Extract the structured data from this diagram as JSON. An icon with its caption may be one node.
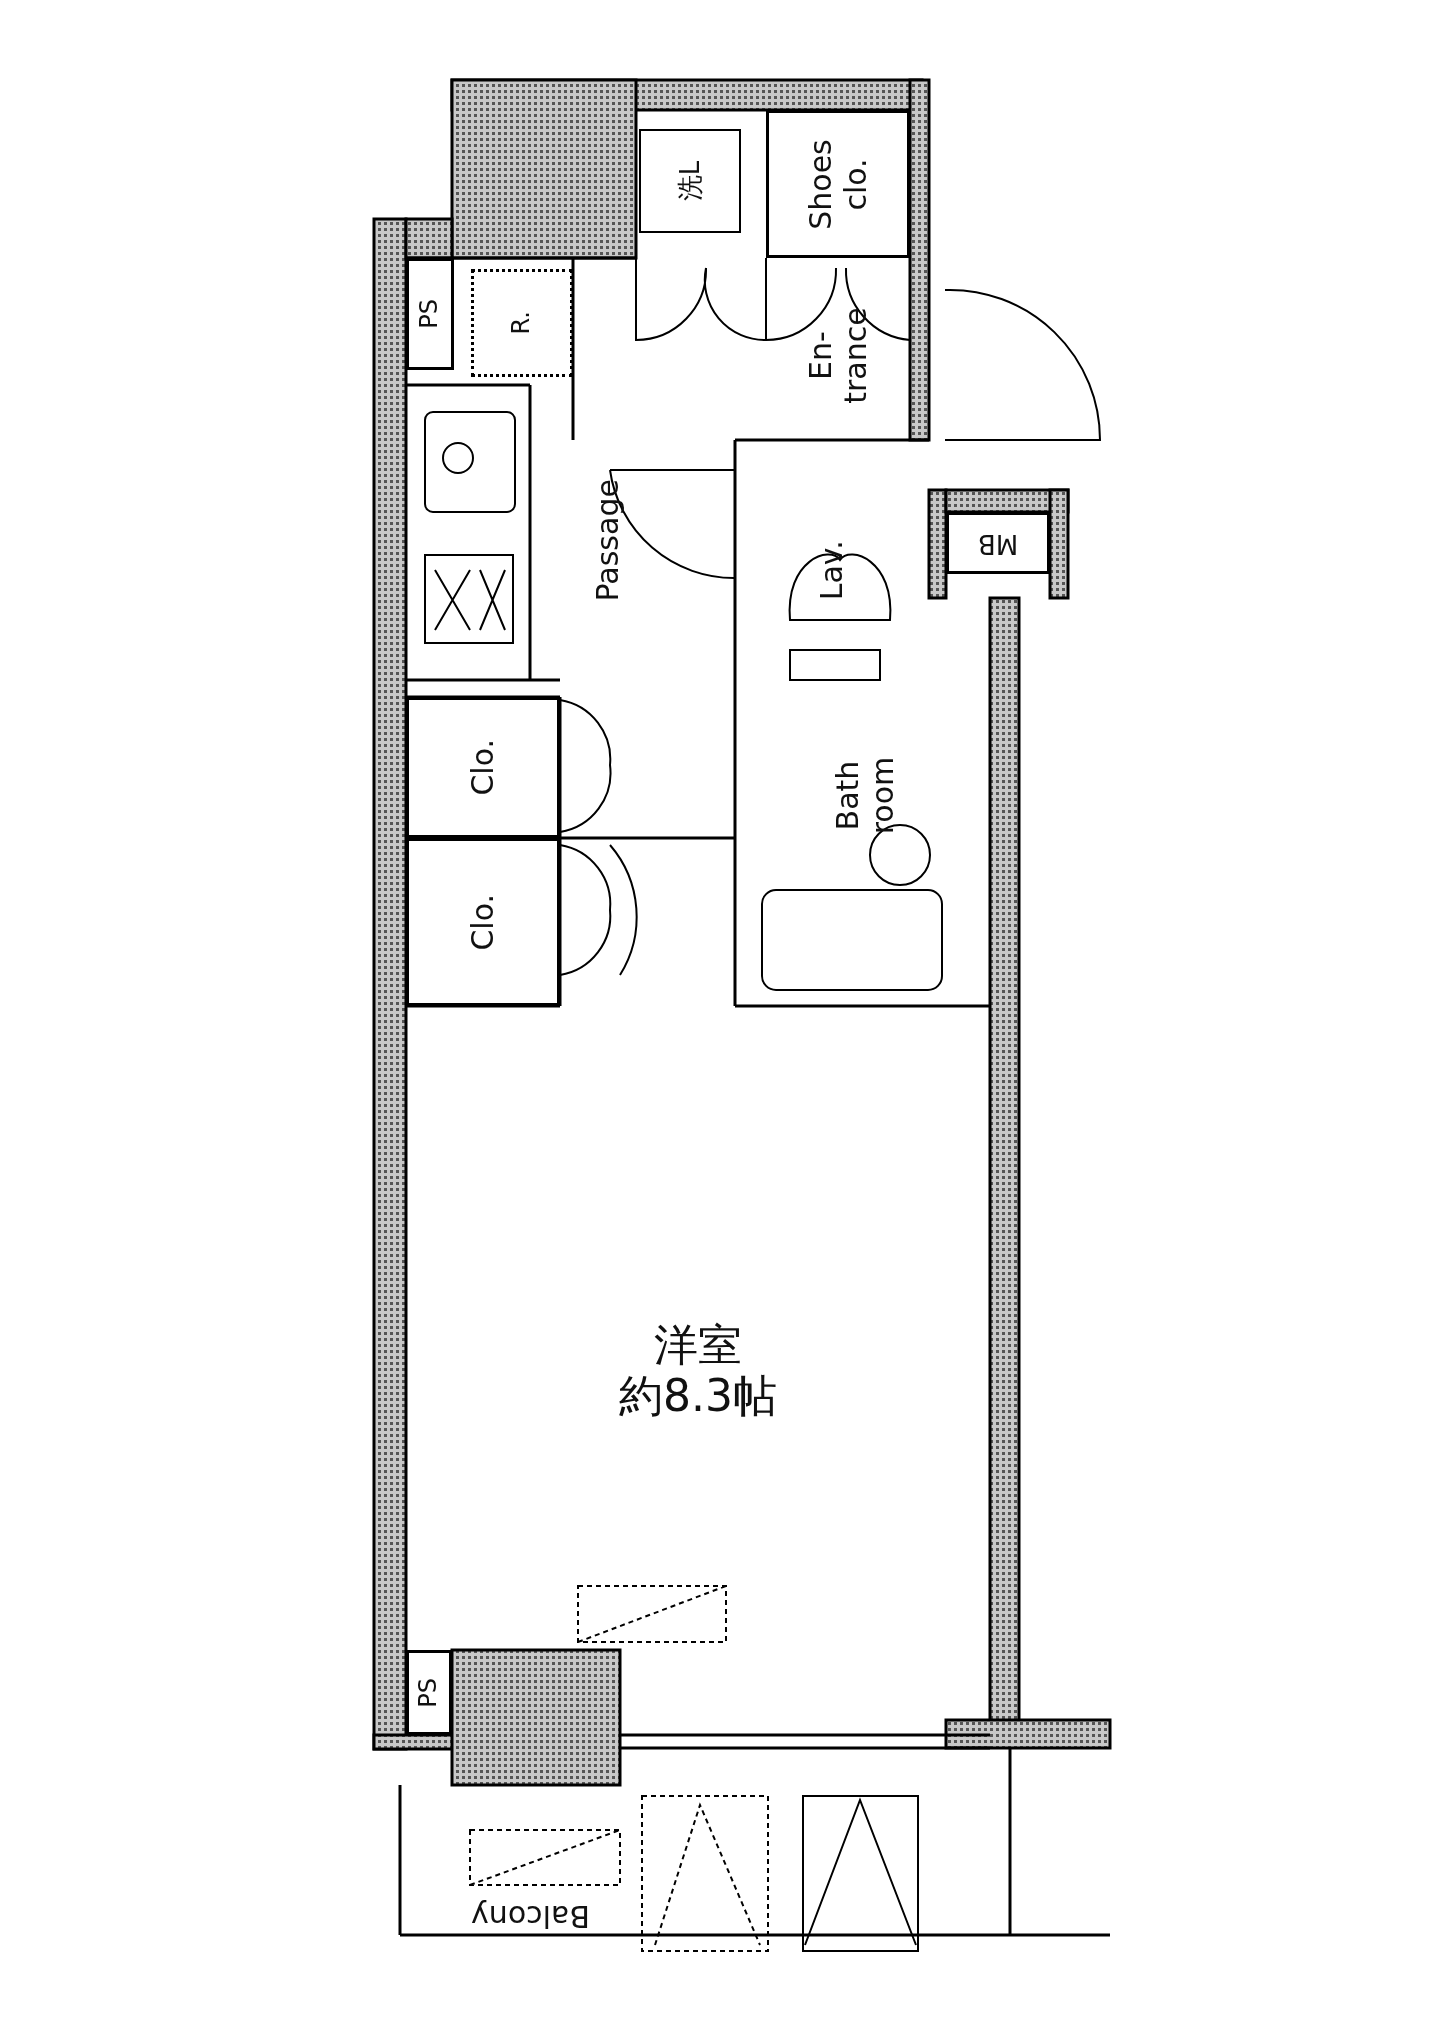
{
  "diagram": {
    "nodes": [
      {
        "text": [
          "PS"
        ]
      },
      {
        "text": [
          "R."
        ]
      },
      {
        "text": [
          "洗L"
        ]
      },
      {
        "text": [
          "Shoes clo."
        ]
      },
      {
        "text": [
          "En- trance"
        ]
      },
      {
        "text": [
          "Passage"
        ]
      },
      {
        "text": [
          "Lav."
        ]
      },
      {
        "text": [
          "MB"
        ]
      },
      {
        "text": [
          "Clo."
        ]
      },
      {
        "text": [
          "Bath room"
        ]
      },
      {
        "text": [
          "Clo."
        ]
      },
      {
        "text": [
          "洋室",
          "約8.3帖"
        ]
      },
      {
        "text": [
          "PS"
        ]
      },
      {
        "text": [
          "Balcony"
        ]
      }
    ]
  }
}
